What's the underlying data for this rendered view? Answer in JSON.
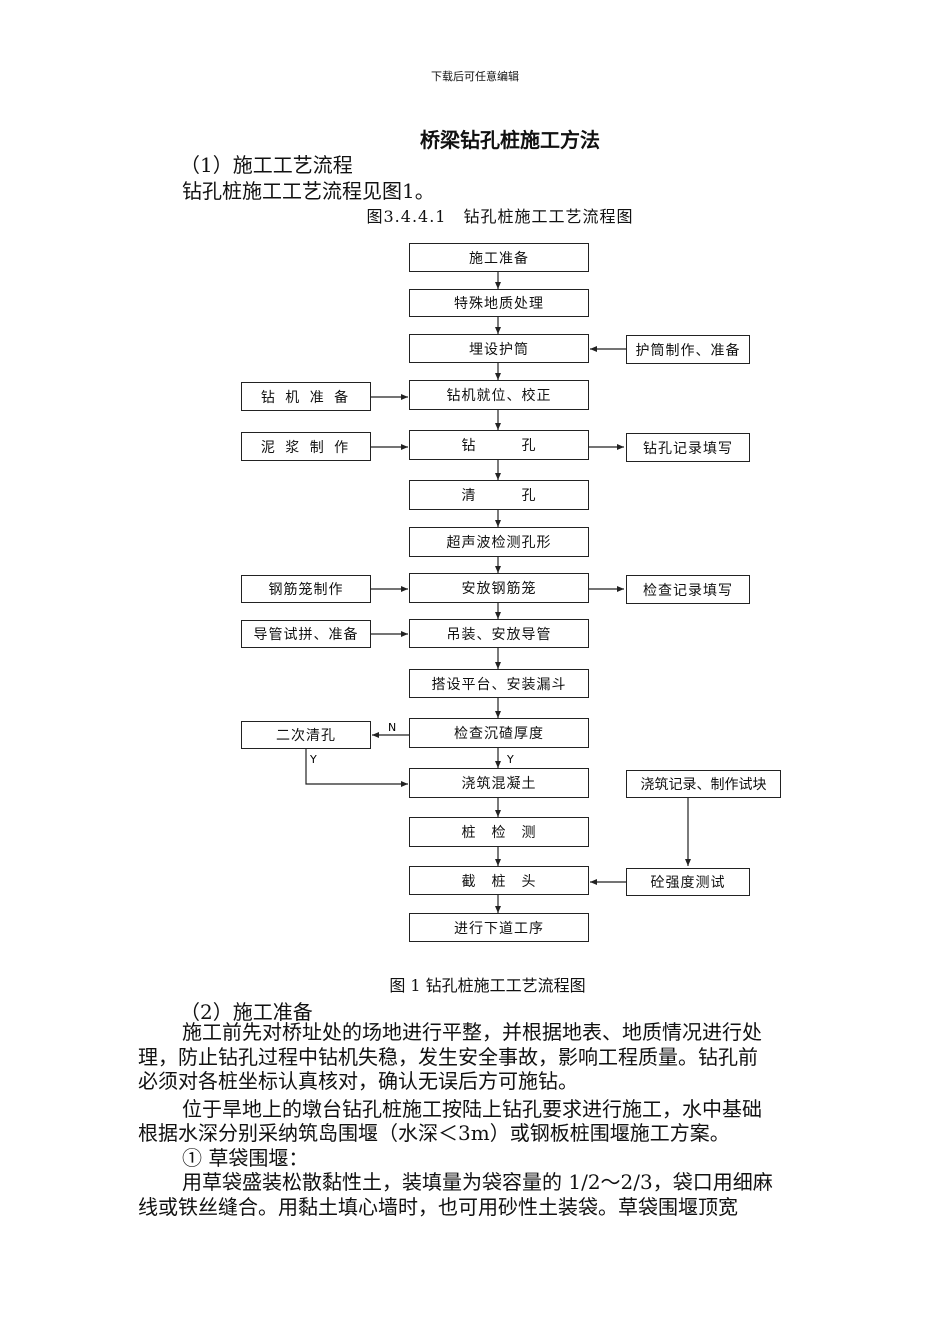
{
  "header": "下载后可任意编辑",
  "title": "桥梁钻孔桩施工方法",
  "section1": {
    "heading": "（1）施工工艺流程",
    "text": "钻孔桩施工工艺流程见图1。"
  },
  "figure": {
    "title": "图3.4.4.1　钻孔桩施工工艺流程图",
    "caption": "图 1 钻孔桩施工工艺流程图",
    "main_steps": [
      "施工准备",
      "特殊地质处理",
      "埋设护筒",
      "钻机就位、校正",
      "钻　　　孔",
      "清　　　孔",
      "超声波检测孔形",
      "安放钢筋笼",
      "吊装、安放导管",
      "搭设平台、安装漏斗",
      "检查沉碴厚度",
      "浇筑混凝土",
      "桩　检　测",
      "截　桩　头",
      "进行下道工序"
    ],
    "left_steps": [
      "钻 机 准 备",
      "泥 浆 制 作",
      "钢筋笼制作",
      "导管试拼、准备",
      "二次清孔"
    ],
    "right_steps": [
      "护筒制作、准备",
      "钻孔记录填写",
      "检查记录填写",
      "浇筑记录、制作试块",
      "砼强度测试"
    ],
    "labels": {
      "no": "N",
      "yes": "Y"
    }
  },
  "section2": {
    "heading": "（2）施工准备",
    "lines": [
      "施工前先对桥址处的场地进行平整，并根据地表、地质情况进行处",
      "理，防止钻孔过程中钻机失稳，发生安全事故，影响工程质量。钻孔前",
      "必须对各桩坐标认真核对，确认无误后方可施钻。",
      "位于旱地上的墩台钻孔桩施工按陆上钻孔要求进行施工，水中基础",
      "根据水深分别采纳筑岛围堰（水深＜3m）或钢板桩围堰施工方案。",
      "① 草袋围堰：",
      "用草袋盛装松散黏性土，装填量为袋容量的 1/2～2/3，袋口用细麻",
      "线或铁丝缝合。用黏土填心墙时，也可用砂性土装袋。草袋围堰顶宽"
    ]
  }
}
